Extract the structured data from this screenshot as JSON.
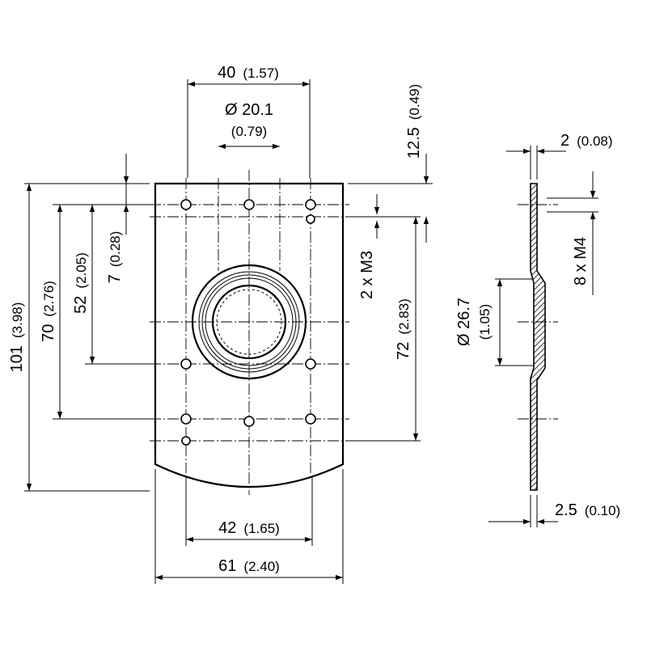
{
  "dimensions": {
    "width_top": {
      "value": "40",
      "imperial": "(1.57)"
    },
    "bore_diameter": {
      "value": "Ø 20.1",
      "imperial": "(0.79)"
    },
    "top_offset": {
      "value": "12.5",
      "imperial": "(0.49)"
    },
    "thickness_side": {
      "value": "2",
      "imperial": "(0.08)"
    },
    "thread_m4": {
      "value": "8 x M4"
    },
    "thread_m3": {
      "value": "2 x M3"
    },
    "height_total": {
      "value": "101",
      "imperial": "(3.98)"
    },
    "height_70": {
      "value": "70",
      "imperial": "(2.76)"
    },
    "height_52": {
      "value": "52",
      "imperial": "(2.05)"
    },
    "height_7": {
      "value": "7",
      "imperial": "(0.28)"
    },
    "height_72": {
      "value": "72",
      "imperial": "(2.83)"
    },
    "collar_diameter": {
      "value": "Ø 26.7",
      "imperial": "(1.05)"
    },
    "width_42": {
      "value": "42",
      "imperial": "(1.65)"
    },
    "width_61": {
      "value": "61",
      "imperial": "(2.40)"
    },
    "plate_thickness": {
      "value": "2.5",
      "imperial": "(0.10)"
    }
  }
}
